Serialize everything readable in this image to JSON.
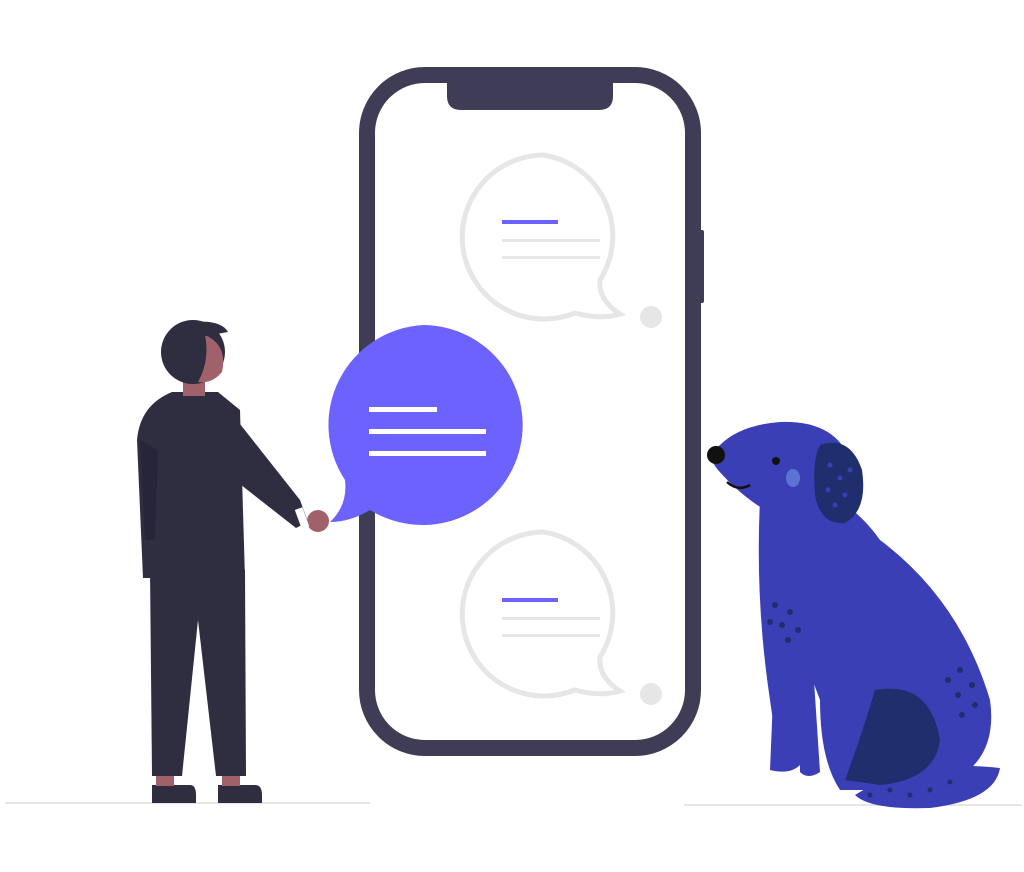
{
  "illustration": {
    "colors": {
      "accent": "#6c63ff",
      "phone_frame": "#3f3d56",
      "suit": "#2f2e41",
      "skin": "#a0616a",
      "dog": "#3b3fb6",
      "dog_dark": "#1f2f6e",
      "bubble_outline": "#e6e6e6",
      "ground": "#e6e6e6"
    },
    "icons": [
      "smartphone",
      "chat-bubble",
      "person",
      "dog"
    ]
  }
}
